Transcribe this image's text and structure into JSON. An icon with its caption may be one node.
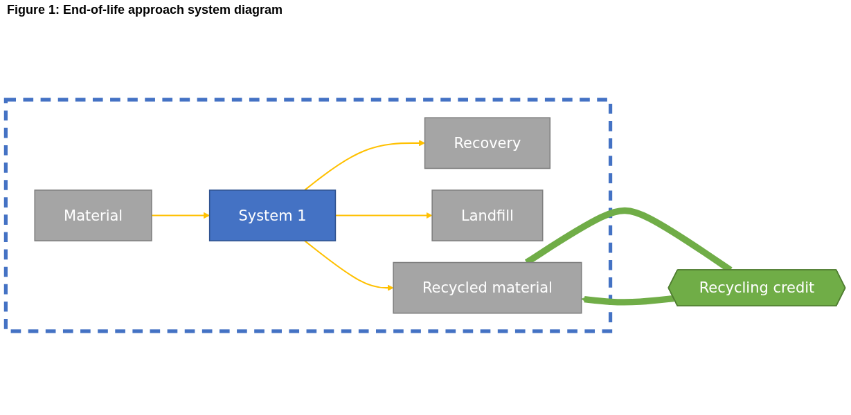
{
  "diagram": {
    "title": "Figure 1: End-of-life approach system diagram",
    "nodes": [
      {
        "text": [],
        "shape": "box"
      },
      {
        "text": [
          "Material"
        ],
        "in": 0
      },
      {
        "text": [
          "System 1"
        ],
        "in": 0
      },
      {
        "text": [
          "Recovery"
        ],
        "in": 0
      },
      {
        "text": [
          "Landfill"
        ],
        "in": 0
      },
      {
        "text": [
          "Recycled material"
        ],
        "in": 0
      },
      {
        "text": [
          "Recycling credit"
        ]
      }
    ],
    "edges": [
      {
        "from": 1,
        "to": 2,
        "arrow": "to"
      },
      {
        "from": 2,
        "to": 3,
        "arrow": "to"
      },
      {
        "from": 2,
        "to": 4,
        "arrow": "to"
      },
      {
        "from": 2,
        "to": 5,
        "arrow": "to"
      },
      {
        "from": 5,
        "to": 6,
        "arrow": "none",
        "style": "thick",
        "color": "#70ad47"
      },
      {
        "from": 6,
        "to": 5,
        "arrow": "to",
        "style": "thick",
        "color": "#70ad47"
      }
    ]
  }
}
